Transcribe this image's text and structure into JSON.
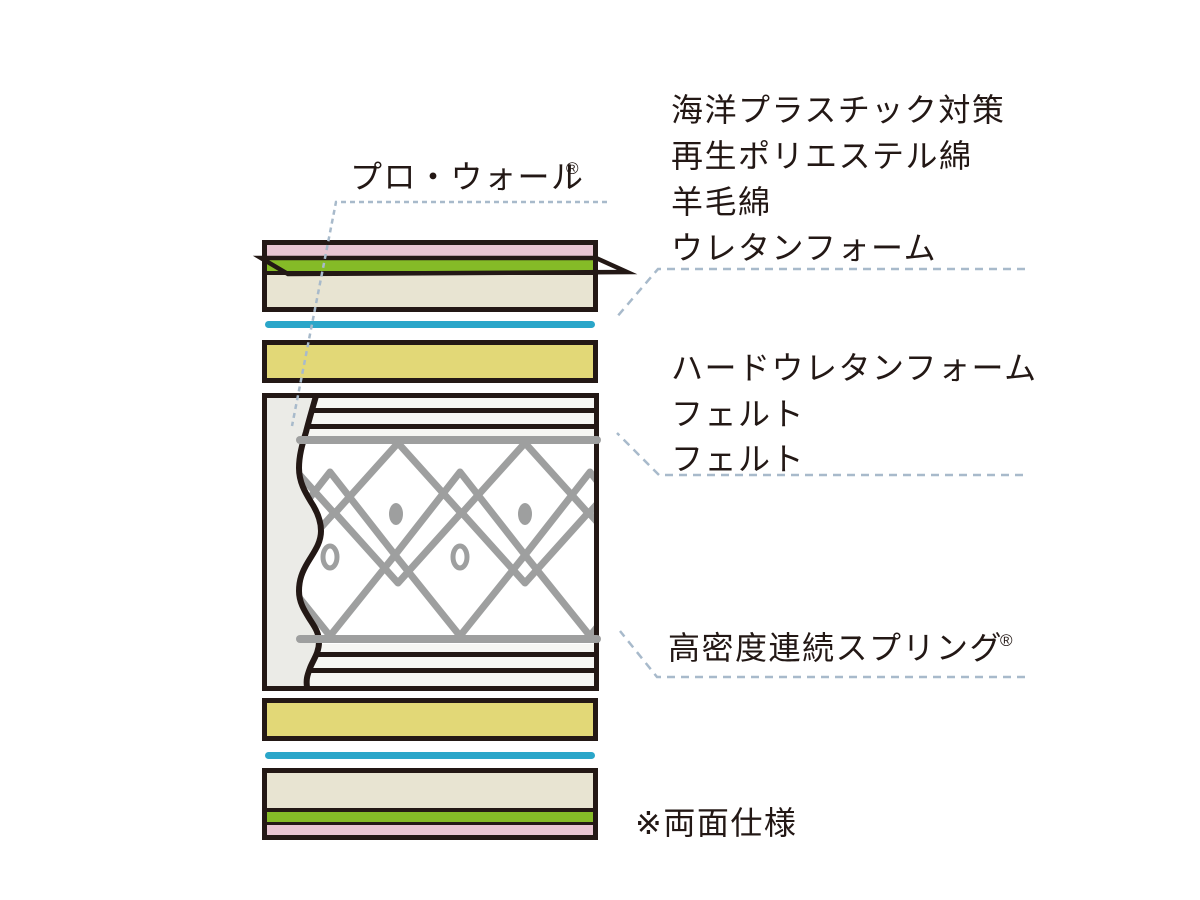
{
  "diagram": {
    "labels": {
      "pro_wall": {
        "text": "プロ・ウォール",
        "reg_mark": "®"
      },
      "top_layers": {
        "lines": [
          "海洋プラスチック対策",
          "再生ポリエステル綿",
          "羊毛綿",
          "ウレタンフォーム"
        ]
      },
      "middle_layers": {
        "lines": [
          "ハードウレタンフォーム",
          "フェルト",
          "フェルト"
        ]
      },
      "spring": {
        "text": "高密度連続スプリング",
        "reg_mark": "®"
      },
      "note": "※両面仕様"
    },
    "colors": {
      "outline_black": "#231815",
      "pink": "#e8c5d2",
      "green": "#85bb27",
      "cream": "#e8e4d2",
      "cyan_blue": "#2aa6c9",
      "yellow": "#e2d877",
      "spring_gray": "#9e9f9f",
      "pro_wall_gray": "#ebebe7",
      "dashed_line_blue": "#a8bacb",
      "background": "#ffffff"
    }
  }
}
